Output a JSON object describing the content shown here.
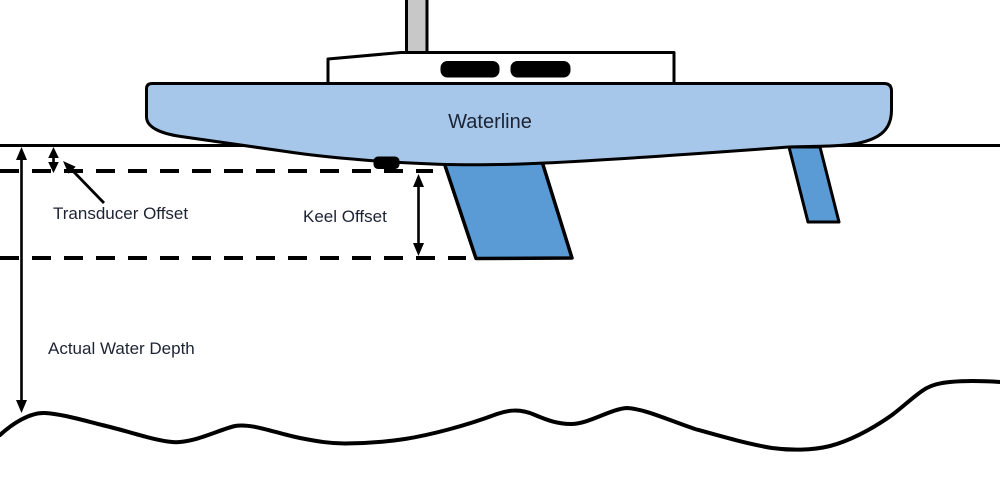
{
  "diagram": {
    "title": "Boat depth offset diagram",
    "labels": {
      "waterline": "Waterline",
      "transducer_offset": "Transducer Offset",
      "keel_offset": "Keel Offset",
      "actual_water_depth": "Actual Water Depth"
    },
    "colors": {
      "background": "#ffffff",
      "hull": "#A6C7E9",
      "keel": "#5B9BD5",
      "rudder": "#5B9BD5",
      "mast": "#C8C8C8",
      "cabin": "#FFFFFF",
      "window": "#000000",
      "outline": "#000000",
      "label_text": "#1C2333"
    }
  }
}
